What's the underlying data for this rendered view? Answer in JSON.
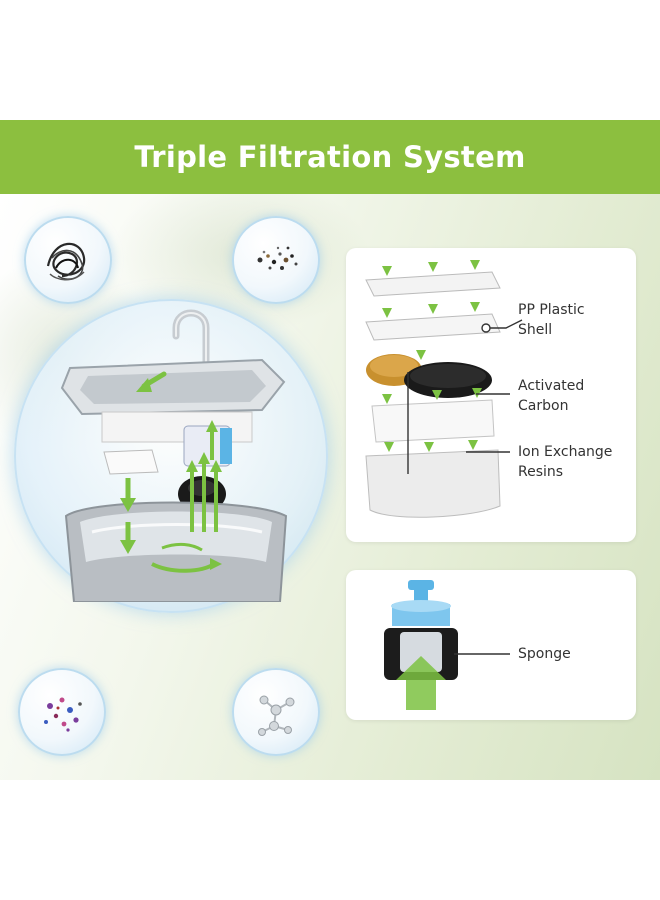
{
  "banner": {
    "title": "Triple Filtration System"
  },
  "filter_panel": {
    "labels": [
      {
        "line1": "PP Plastic",
        "line2": "Shell"
      },
      {
        "line1": "Activated",
        "line2": "Carbon"
      },
      {
        "line1": "Ion Exchange",
        "line2": "Resins"
      }
    ]
  },
  "sponge_panel": {
    "label": "Sponge"
  },
  "colors": {
    "banner": "#8cbf3f",
    "arrow_green": "#7cc242",
    "bubble_border": "#bcdcef",
    "carbon": "#1a1a1a",
    "orange_filter": "#c8902e",
    "pump_blue": "#5bb4e5"
  },
  "icons": [
    "hair-icon",
    "debris-icon",
    "bacteria-icon",
    "molecule-icon",
    "down-arrow-icon",
    "up-arrow-icon"
  ]
}
